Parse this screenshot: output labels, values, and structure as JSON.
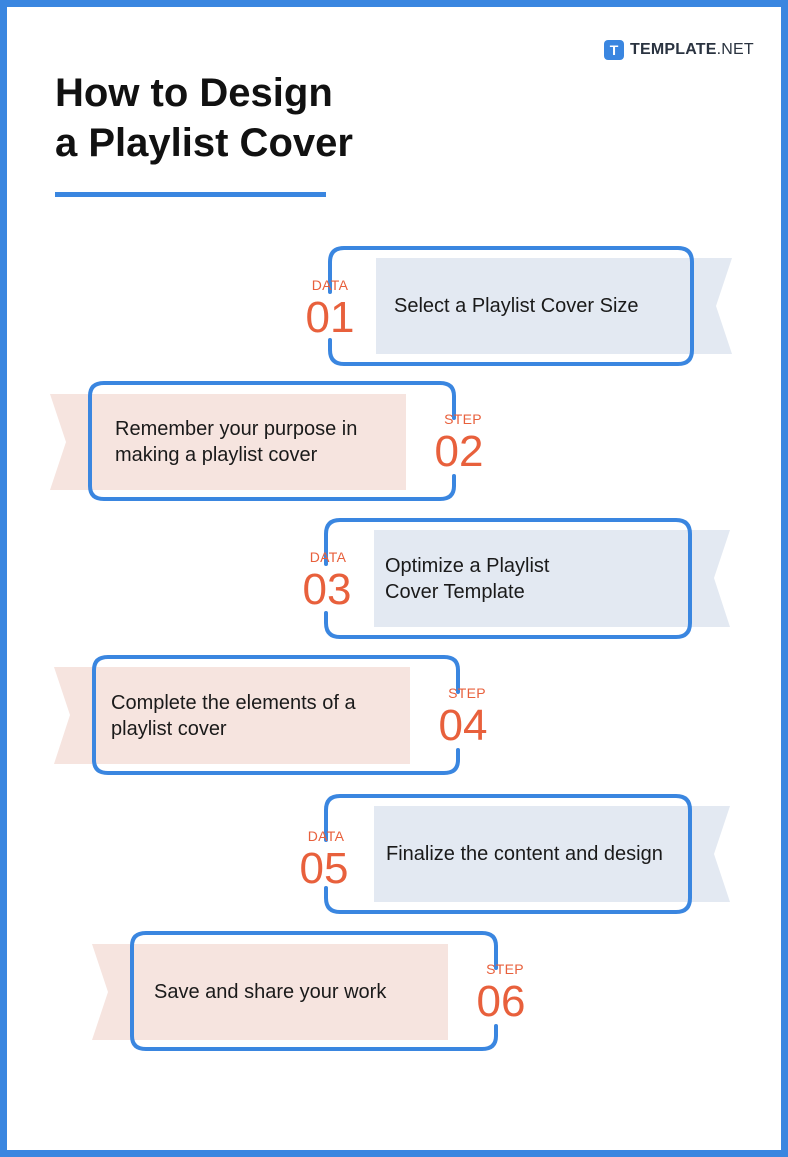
{
  "brand": {
    "mark": "T",
    "name_bold": "TEMPLATE",
    "name_rest": ".NET"
  },
  "header": {
    "title_line1": "How to Design",
    "title_line2": "a Playlist Cover"
  },
  "colors": {
    "accent_blue": "#3a86e0",
    "accent_orange": "#e8603c",
    "ribbon_blue": "#e3e9f2",
    "ribbon_peach": "#f6e4df"
  },
  "steps": [
    {
      "tag": "DATA",
      "number": "01",
      "text": "Select a Playlist Cover Size"
    },
    {
      "tag": "STEP",
      "number": "02",
      "text": "Remember your purpose in making a playlist cover"
    },
    {
      "tag": "DATA",
      "number": "03",
      "text": "Optimize a Playlist Cover Template"
    },
    {
      "tag": "STEP",
      "number": "04",
      "text": "Complete the elements of a playlist cover"
    },
    {
      "tag": "DATA",
      "number": "05",
      "text": "Finalize the content and design"
    },
    {
      "tag": "STEP",
      "number": "06",
      "text": "Save and share your work"
    }
  ]
}
